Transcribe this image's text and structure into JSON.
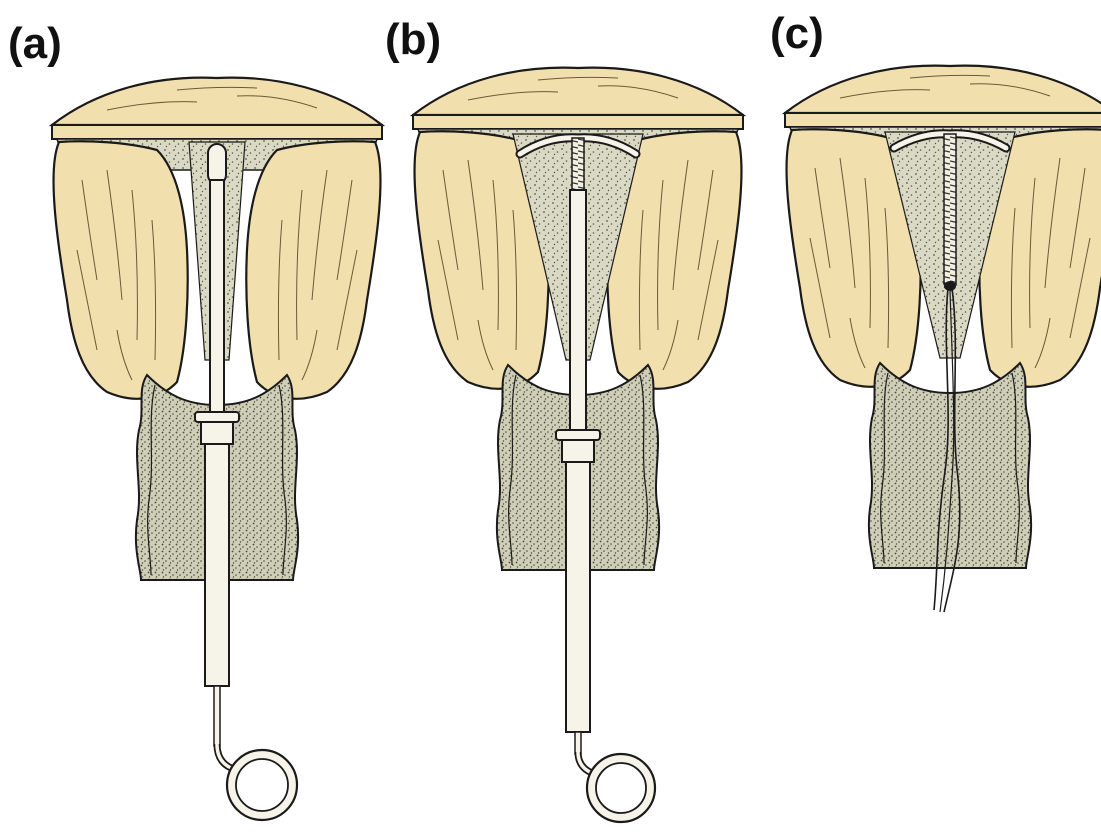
{
  "panels": [
    {
      "id": "a",
      "label": "(a)"
    },
    {
      "id": "b",
      "label": "(b)"
    },
    {
      "id": "c",
      "label": "(c)"
    }
  ],
  "colors": {
    "tissue": "#f2dfae",
    "tissue_shade": "#e6cf95",
    "cavity": "#d8d8c0",
    "cervix": "#d6d6bd",
    "outline": "#1a1a1a",
    "device": "#f6f3e8",
    "background": "#ffffff"
  }
}
